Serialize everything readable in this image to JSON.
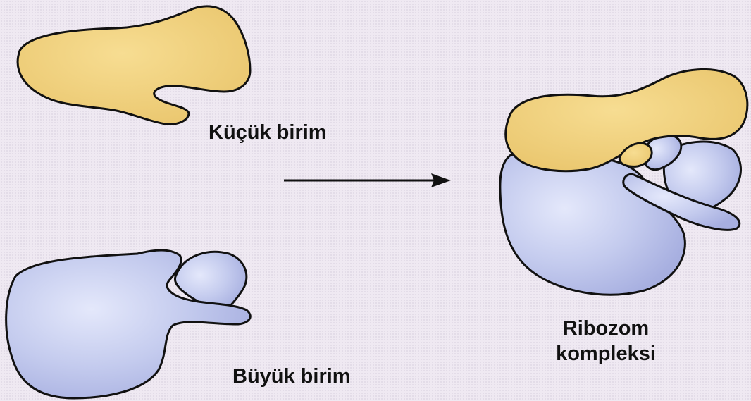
{
  "labels": {
    "small_subunit": "Küçük birim",
    "large_subunit": "Büyük birim",
    "complex_line1": "Ribozom",
    "complex_line2": "kompleksi"
  },
  "colors": {
    "background": "#efe9f2",
    "small_subunit_fill": "#efcf7c",
    "large_subunit_fill": "#c3c9ec",
    "outline": "#111111",
    "arrow": "#111111"
  }
}
